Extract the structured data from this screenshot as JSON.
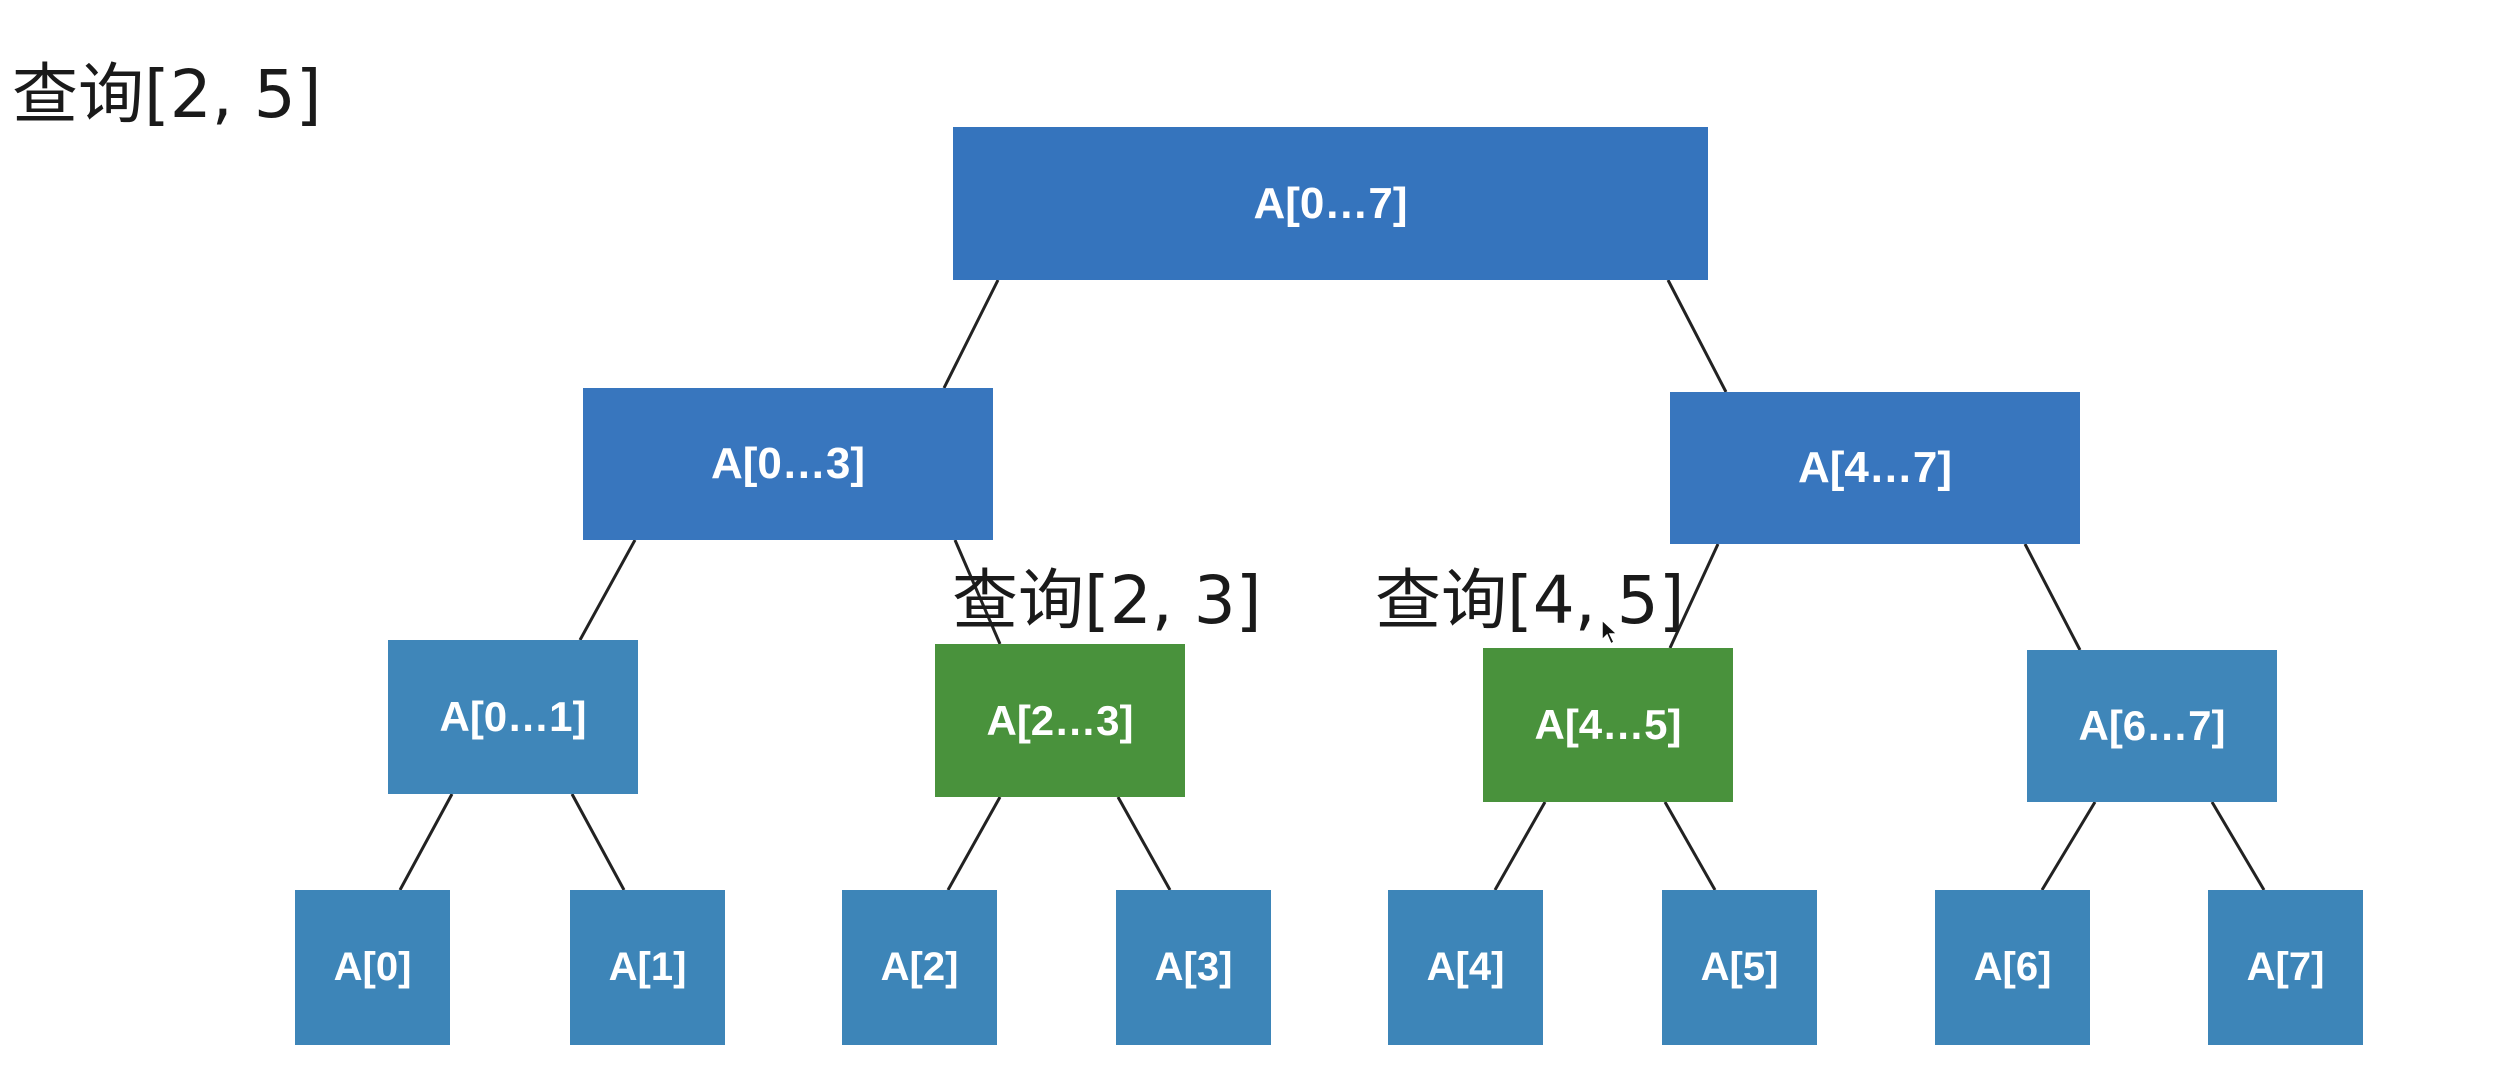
{
  "main_query_label": "查询[2, 5]",
  "sub_query_labels": [
    "查询[2, 3]",
    "查询[4, 5]"
  ],
  "colors": {
    "node_blue": "#3574bd",
    "node_steel": "#3d85b8",
    "highlight_green": "#49923c",
    "edge": "#222222"
  },
  "tree": {
    "root": {
      "label": "A[0…7]"
    },
    "level1": [
      {
        "label": "A[0…3]",
        "highlighted": false
      },
      {
        "label": "A[4…7]",
        "highlighted": false
      }
    ],
    "level2": [
      {
        "label": "A[0…1]",
        "highlighted": false
      },
      {
        "label": "A[2…3]",
        "highlighted": true
      },
      {
        "label": "A[4…5]",
        "highlighted": true
      },
      {
        "label": "A[6…7]",
        "highlighted": false
      }
    ],
    "leaves": [
      {
        "label": "A[0]"
      },
      {
        "label": "A[1]"
      },
      {
        "label": "A[2]"
      },
      {
        "label": "A[3]"
      },
      {
        "label": "A[4]"
      },
      {
        "label": "A[5]"
      },
      {
        "label": "A[6]"
      },
      {
        "label": "A[7]"
      }
    ]
  }
}
